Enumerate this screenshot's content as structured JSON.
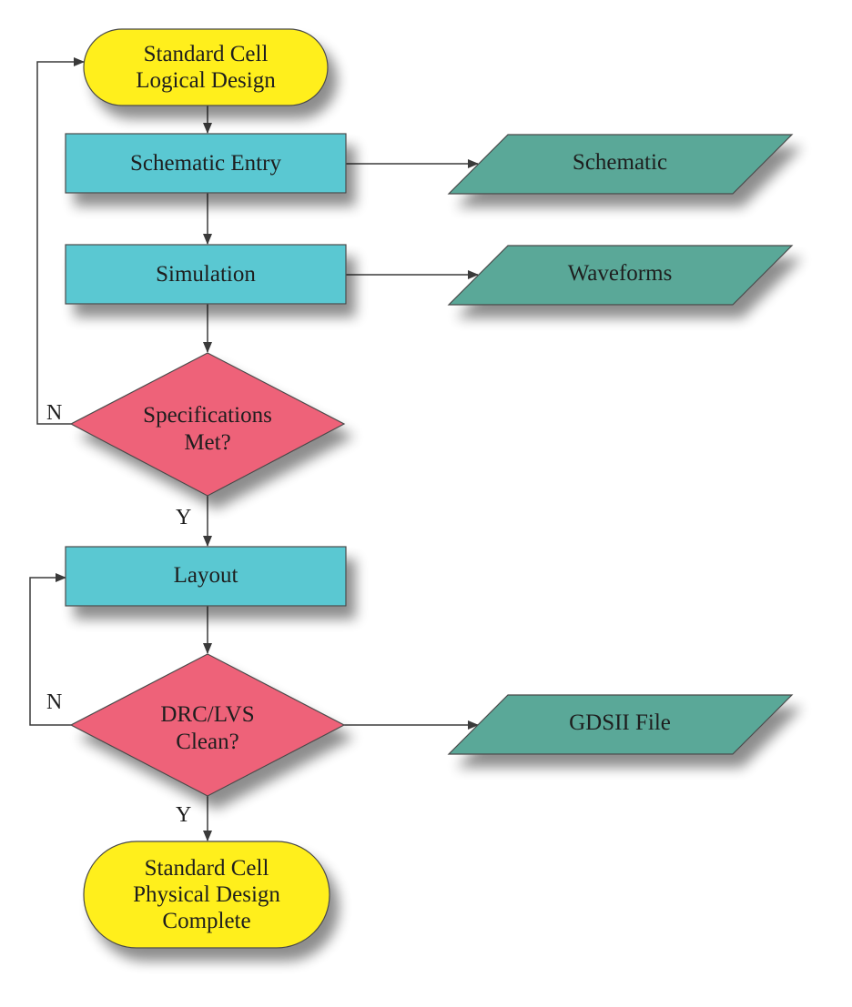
{
  "colors": {
    "terminal": "#ffef1a",
    "process": "#5ac8d2",
    "decision": "#ee6279",
    "data": "#5aa898"
  },
  "nodes": {
    "start": {
      "line1": "Standard Cell",
      "line2": "Logical Design"
    },
    "schematic_entry": {
      "label": "Schematic Entry"
    },
    "schematic": {
      "label": "Schematic"
    },
    "simulation": {
      "label": "Simulation"
    },
    "waveforms": {
      "label": "Waveforms"
    },
    "spec_met": {
      "line1": "Specifications",
      "line2": "Met?"
    },
    "layout": {
      "label": "Layout"
    },
    "drc_lvs": {
      "line1": "DRC/LVS",
      "line2": "Clean?"
    },
    "gdsii": {
      "label": "GDSII File"
    },
    "end": {
      "line1": "Standard Cell",
      "line2": "Physical Design",
      "line3": "Complete"
    }
  },
  "edges": {
    "spec_no": "N",
    "spec_yes": "Y",
    "drc_no": "N",
    "drc_yes": "Y"
  }
}
